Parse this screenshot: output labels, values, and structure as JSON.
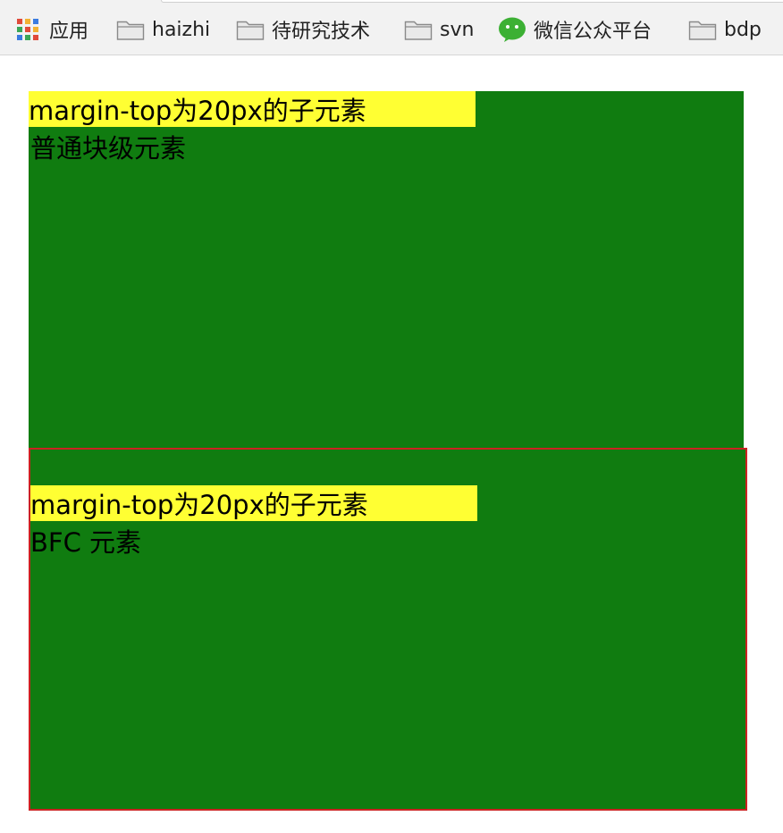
{
  "bookmarks_bar": {
    "items": [
      {
        "label": "应用",
        "icon": "apps-grid-icon"
      },
      {
        "label": "haizhi",
        "icon": "folder-icon"
      },
      {
        "label": "待研究技术",
        "icon": "folder-icon"
      },
      {
        "label": "svn",
        "icon": "folder-icon"
      },
      {
        "label": "微信公众平台",
        "icon": "wechat-icon"
      },
      {
        "label": "bdp",
        "icon": "folder-icon"
      }
    ]
  },
  "page": {
    "normal_block": {
      "child_label": "margin-top为20px的子元素",
      "label": "普通块级元素"
    },
    "bfc_block": {
      "child_label": "margin-top为20px的子元素",
      "label": "BFC 元素"
    }
  },
  "colors": {
    "block_background": "#107c10",
    "child_background": "#ffff33",
    "bfc_border": "#cc2222"
  }
}
